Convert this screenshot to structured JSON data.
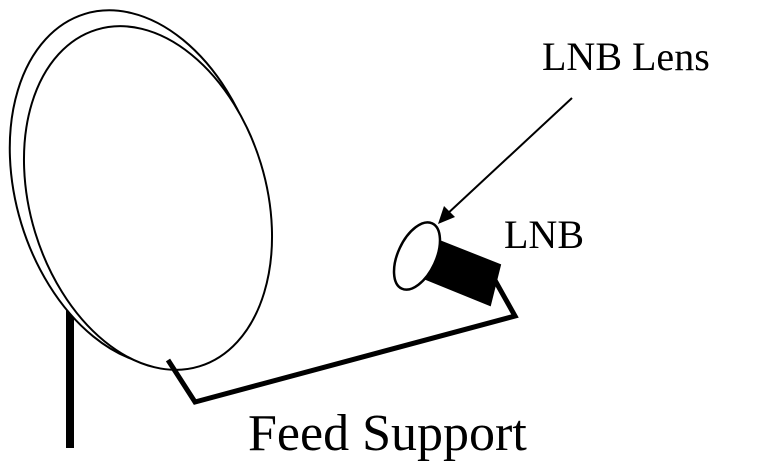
{
  "labels": {
    "lnb_lens": "LNB Lens",
    "lnb": "LNB",
    "feed_support": "Feed Support"
  },
  "colors": {
    "line": "#000000",
    "background": "#ffffff"
  }
}
